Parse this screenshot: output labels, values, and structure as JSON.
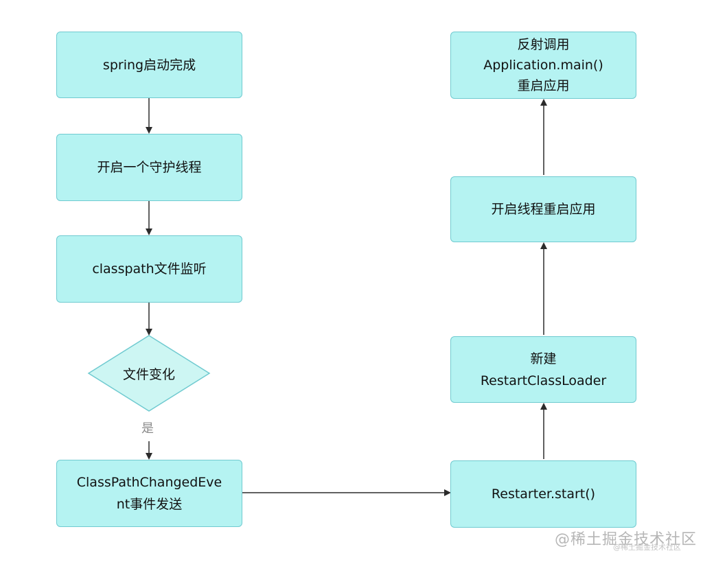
{
  "nodes": {
    "spring_start": "spring启动完成",
    "daemon_thread": "开启一个守护线程",
    "classpath_watch": "classpath文件监听",
    "file_changed": "文件变化",
    "event_send": "ClassPathChangedEve\nnt事件发送",
    "restarter_start": "Restarter.start()",
    "new_classloader": "新建\nRestartClassLoader",
    "thread_restart": "开启线程重启应用",
    "reflect_main": "反射调用\nApplication.main()\n重启应用"
  },
  "edge_labels": {
    "yes": "是"
  },
  "watermark": {
    "main": "@稀土掘金技术社区",
    "small": "@稀土掘金技术社区"
  },
  "colors": {
    "node_fill": "#b5f3f2",
    "node_border": "#6fcad0",
    "edge": "#2b2b2b"
  }
}
